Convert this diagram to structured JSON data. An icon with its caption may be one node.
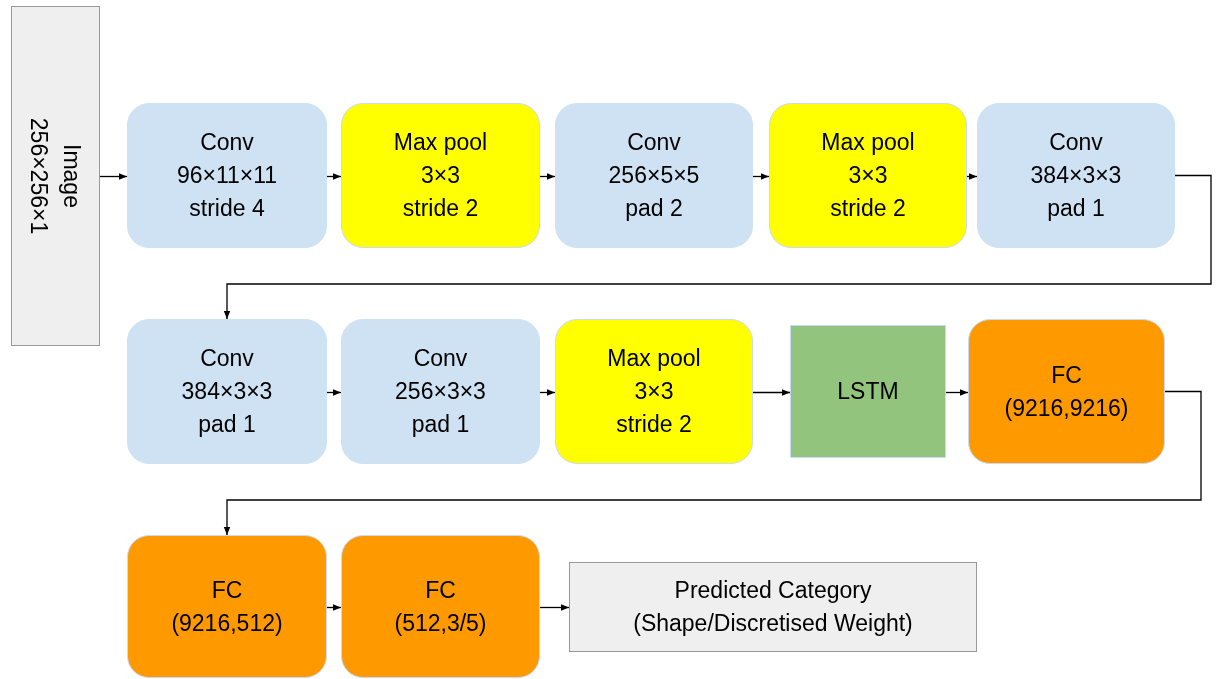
{
  "diagram": {
    "nodes": [
      {
        "text": [
          "Image",
          "256×256×1"
        ]
      },
      {
        "text": [
          "Conv",
          "96×11×11",
          "stride 4"
        ]
      },
      {
        "text": [
          "Max pool",
          "3×3",
          "stride 2"
        ]
      },
      {
        "text": [
          "Conv",
          "256×5×5",
          "pad 2"
        ]
      },
      {
        "text": [
          "Max pool",
          "3×3",
          "stride 2"
        ]
      },
      {
        "text": [
          "Conv",
          "384×3×3",
          "pad 1"
        ]
      },
      {
        "text": [
          "Conv",
          "384×3×3",
          "pad 1"
        ]
      },
      {
        "text": [
          "Conv",
          "256×3×3",
          "pad 1"
        ]
      },
      {
        "text": [
          "Max pool",
          "3×3",
          "stride 2"
        ]
      },
      {
        "text": [
          "LSTM"
        ]
      },
      {
        "text": [
          "FC",
          "(9216,9216)"
        ]
      },
      {
        "text": [
          "FC",
          "(9216,512)"
        ]
      },
      {
        "text": [
          "FC",
          "(512,3/5)"
        ]
      },
      {
        "text": [
          "Predicted Category",
          "(Shape/Discretised Weight)"
        ]
      }
    ],
    "edges": [
      {
        "from": 0,
        "to": 1,
        "arrow": "to"
      },
      {
        "from": 1,
        "to": 2,
        "arrow": "to"
      },
      {
        "from": 2,
        "to": 3,
        "arrow": "to"
      },
      {
        "from": 3,
        "to": 4,
        "arrow": "to"
      },
      {
        "from": 4,
        "to": 5,
        "arrow": "to"
      },
      {
        "from": 5,
        "to": 6,
        "arrow": "to"
      },
      {
        "from": 6,
        "to": 7,
        "arrow": "to"
      },
      {
        "from": 7,
        "to": 8,
        "arrow": "to"
      },
      {
        "from": 8,
        "to": 9,
        "arrow": "to"
      },
      {
        "from": 9,
        "to": 10,
        "arrow": "to"
      },
      {
        "from": 10,
        "to": 11,
        "arrow": "to"
      },
      {
        "from": 11,
        "to": 12,
        "arrow": "to"
      },
      {
        "from": 12,
        "to": 13,
        "arrow": "to"
      }
    ]
  }
}
